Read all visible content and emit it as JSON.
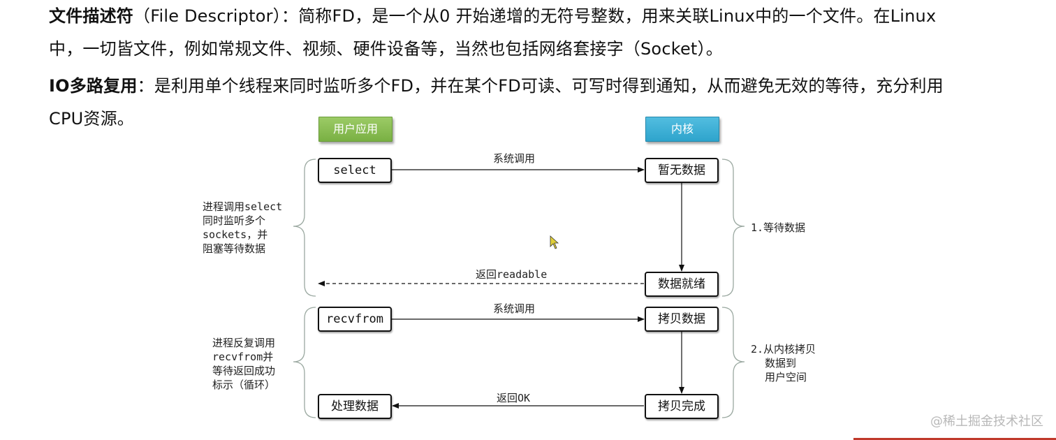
{
  "intro": {
    "fd_term": "文件描述符",
    "fd_line1_rest": "（File Descriptor）：简称FD，是一个从0 开始递增的无符号整数，用来关联Linux中的一个文件。在Linux",
    "fd_line2": "中，一切皆文件，例如常规文件、视频、硬件设备等，当然也包括网络套接字（Socket）。",
    "io_term": "IO多路复用",
    "io_line1_rest": "：是利用单个线程来同时监听多个FD，并在某个FD可读、可写时得到通知，从而避免无效的等待，充分利用",
    "io_line2": "CPU资源。"
  },
  "diagram": {
    "header_user": "用户应用",
    "header_kernel": "内核",
    "nodes": {
      "select": "select",
      "no_data": "暂无数据",
      "data_ready": "数据就绪",
      "recvfrom": "recvfrom",
      "copy_data": "拷贝数据",
      "process_data": "处理数据",
      "copy_done": "拷贝完成"
    },
    "edges": {
      "syscall_1": "系统调用",
      "return_readable": "返回readable",
      "syscall_2": "系统调用",
      "return_ok": "返回OK"
    },
    "left_note_1": [
      "进程调用select",
      "同时监听多个",
      "sockets，并",
      "阻塞等待数据"
    ],
    "left_note_2": [
      "进程反复调用",
      "recvfrom并",
      "等待返回成功",
      "标示（循环）"
    ],
    "right_note_1": [
      "1.等待数据"
    ],
    "right_note_2": [
      "2.从内核拷贝",
      "数据到",
      "用户空间"
    ],
    "colors": {
      "header_user": "#79b043",
      "header_kernel": "#2ea4cc",
      "line": "#111111",
      "brace": "#9aa8a0"
    }
  },
  "watermark": "@稀土掘金技术社区"
}
